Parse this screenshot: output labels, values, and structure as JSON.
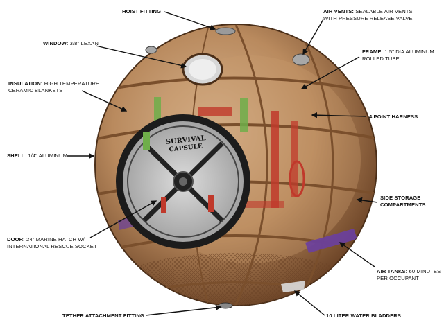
{
  "callouts": {
    "hoist": {
      "title": "HOIST FITTING",
      "desc": ""
    },
    "air_vents": {
      "title": "AIR VENTS:",
      "desc": "SEALABLE AIR VENTS",
      "desc2": "WITH PRESSURE RELEASE VALVE"
    },
    "window": {
      "title": "WINDOW:",
      "desc": "3/8\" LEXAN",
      "desc2": ""
    },
    "frame": {
      "title": "FRAME:",
      "desc": "1.5\" DIA ALUMINUM",
      "desc2": "ROLLED TUBE"
    },
    "insulation": {
      "title": "INSULATION:",
      "desc": "HIGH TEMPERATURE",
      "desc2": "CERAMIC BLANKETS"
    },
    "harness": {
      "title": "4 POINT HARNESS",
      "desc": ""
    },
    "shell": {
      "title": "SHELL:",
      "desc": "1/4\" ALUMINUM"
    },
    "side_storage": {
      "title": "SIDE STORAGE",
      "desc": "COMPARTMENTS"
    },
    "door": {
      "title": "DOOR:",
      "desc": "24\" MARINE HATCH W/",
      "desc2": "INTERNATIONAL RESCUE SOCKET"
    },
    "air_tanks": {
      "title": "AIR TANKS:",
      "desc": "60 MINUTES",
      "desc2": "PER OCCUPANT"
    },
    "tether": {
      "title": "TETHER ATTACHMENT FITTING",
      "desc": ""
    },
    "water": {
      "title": "10 LITER WATER BLADDERS",
      "desc": ""
    }
  },
  "hatch_brand": {
    "line1": "SURVIVAL",
    "line2": "CAPSULE"
  },
  "colors": {
    "shell": "#b98a5e",
    "shell_dark": "#6b4326",
    "shell_light": "#d8b590",
    "hatch_ring": "#1c1c1c",
    "accent_red": "#c0392b",
    "accent_green": "#6fae4a",
    "accent_purple": "#6a3fa0"
  }
}
